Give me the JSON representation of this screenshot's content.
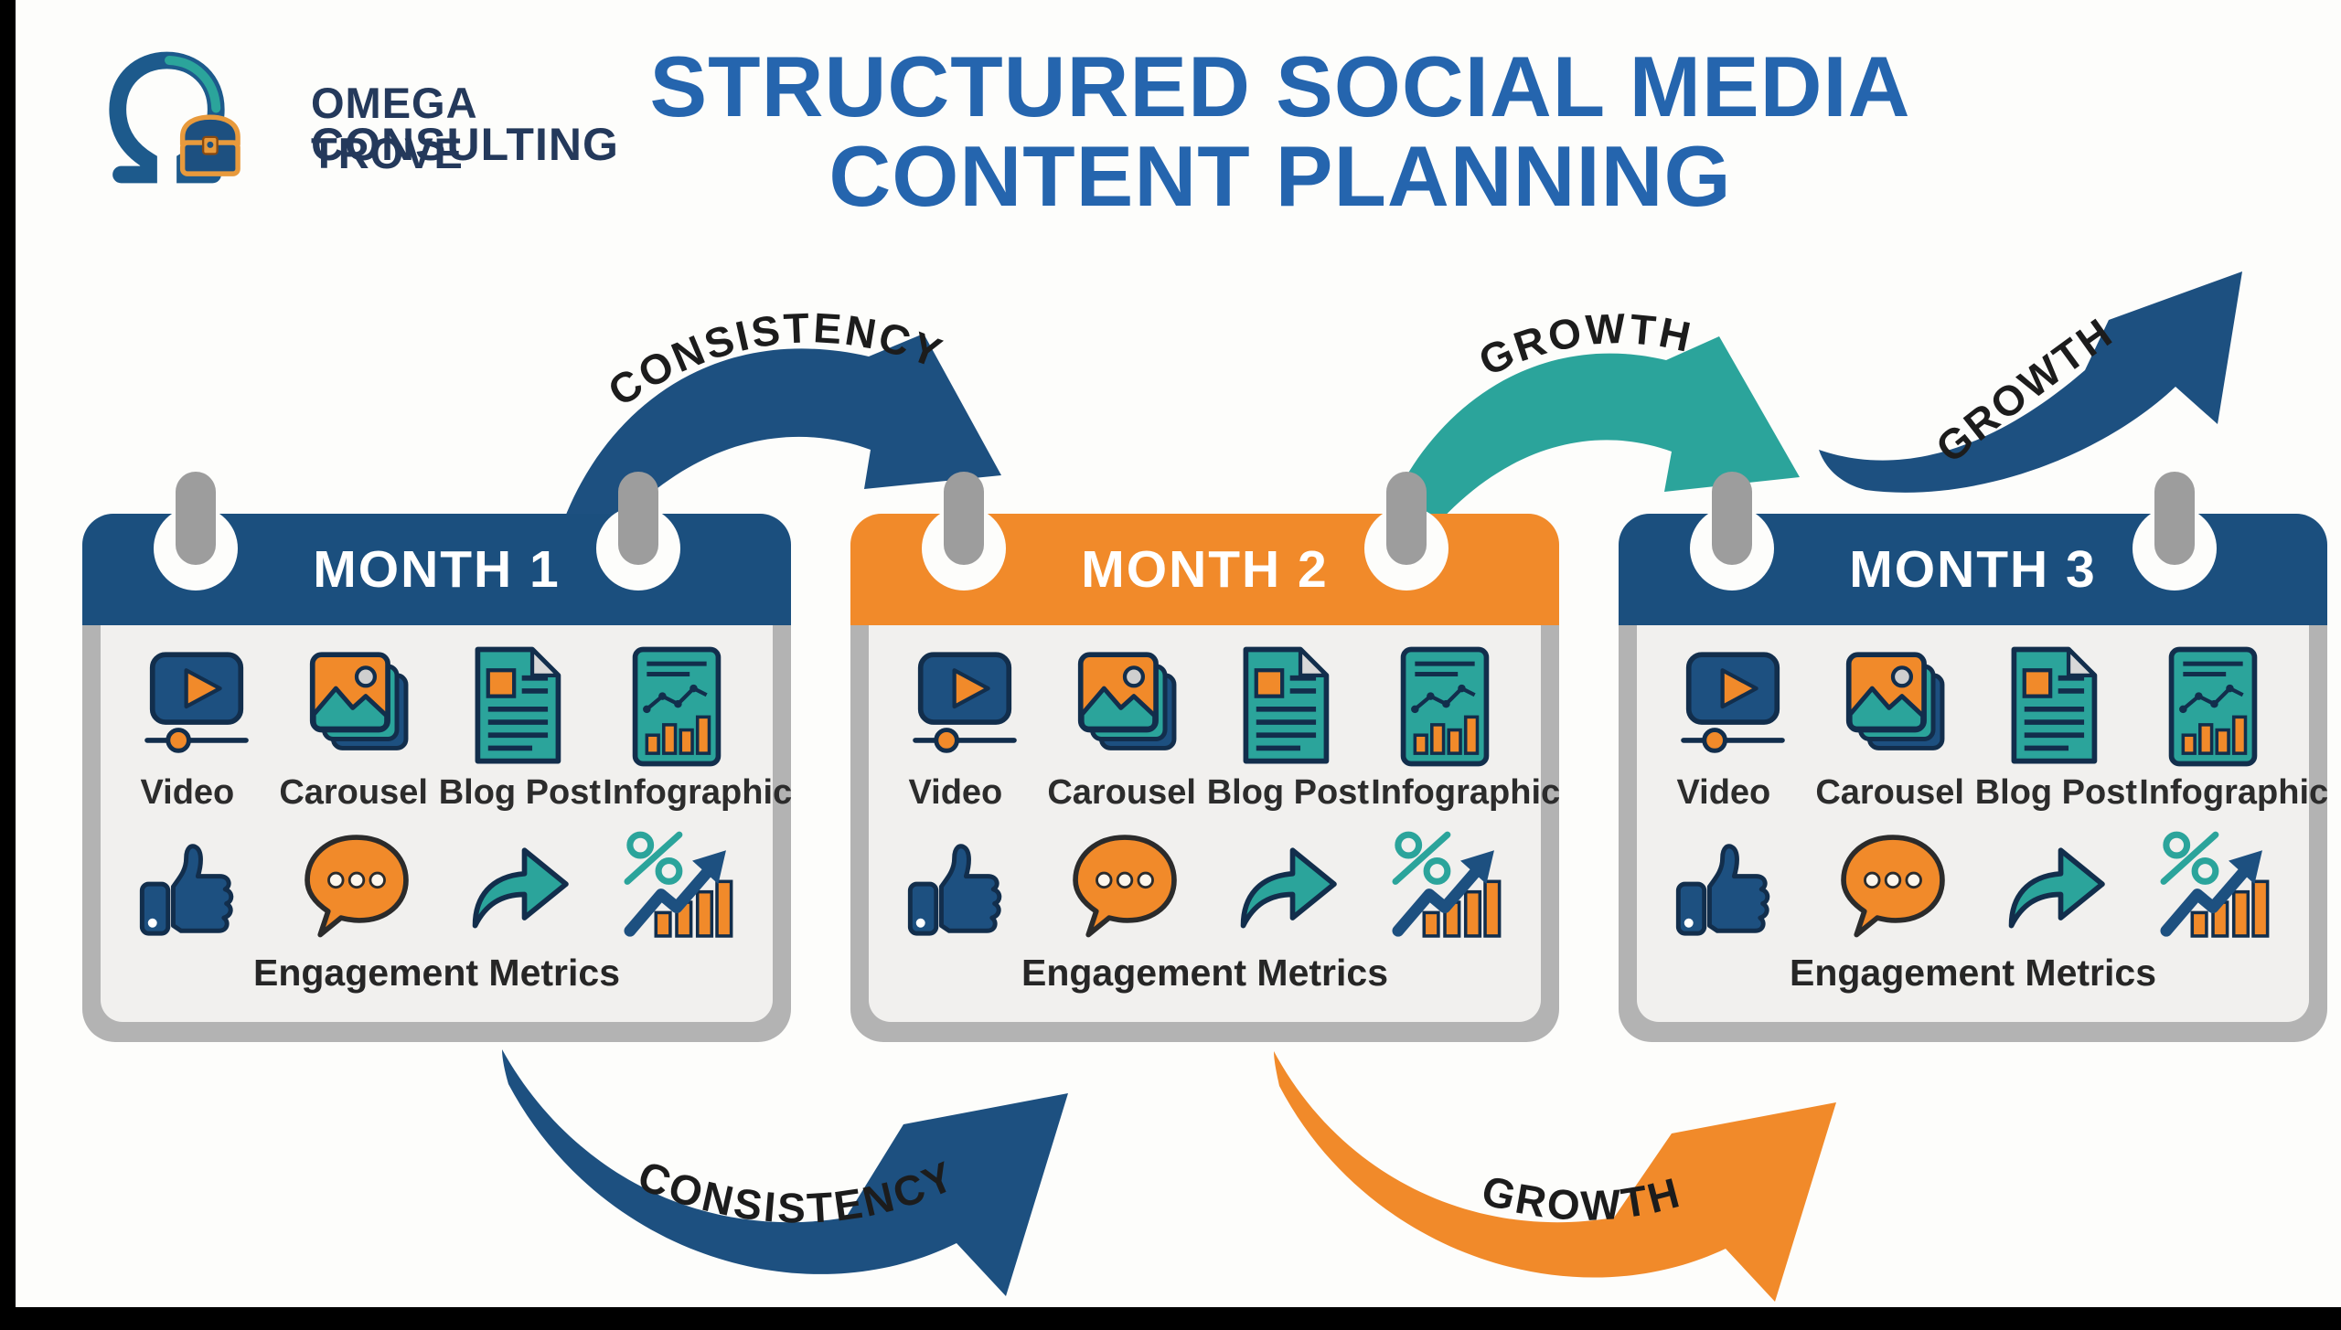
{
  "logo": {
    "icon": "omega-treasure-chest",
    "line1": "OMEGA TROVE",
    "line2": "CONSULTING",
    "text_color": "#24395b"
  },
  "title": {
    "line1": "STRUCTURED SOCIAL MEDIA",
    "line2": "CONTENT PLANNING",
    "color": "#2565ae"
  },
  "months": [
    {
      "label": "MONTH 1",
      "header_color": "#1b4f7e",
      "content_types": [
        "Video",
        "Carousel",
        "Blog Post",
        "Infographic"
      ],
      "metrics_label": "Engagement Metrics"
    },
    {
      "label": "MONTH 2",
      "header_color": "#f18a2a",
      "content_types": [
        "Video",
        "Carousel",
        "Blog Post",
        "Infographic"
      ],
      "metrics_label": "Engagement Metrics"
    },
    {
      "label": "MONTH 3",
      "header_color": "#1b4f7e",
      "content_types": [
        "Video",
        "Carousel",
        "Blog Post",
        "Infographic"
      ],
      "metrics_label": "Engagement Metrics"
    }
  ],
  "arrows": {
    "top_consistency": {
      "label": "CONSISTENCY",
      "color": "#1d5080"
    },
    "top_growth": {
      "label": "GROWTH",
      "color": "#2ba49b"
    },
    "right_growth": {
      "label": "GROWTH",
      "color": "#1d5080"
    },
    "bottom_consistency": {
      "label": "CONSISTENCY",
      "color": "#1d5080"
    },
    "bottom_growth": {
      "label": "GROWTH",
      "color": "#f18a2a"
    }
  },
  "icons": {
    "content": [
      "video-icon",
      "carousel-icon",
      "blog-post-icon",
      "infographic-icon"
    ],
    "engagement": [
      "thumbs-up-icon",
      "comment-icon",
      "share-icon",
      "growth-chart-icon"
    ]
  },
  "colors": {
    "navy": "#1d5080",
    "orange": "#f18a2a",
    "teal": "#2ba49b",
    "card_body": "#f1f0ee",
    "card_border": "#b3b3b3",
    "frame": "#000000"
  }
}
